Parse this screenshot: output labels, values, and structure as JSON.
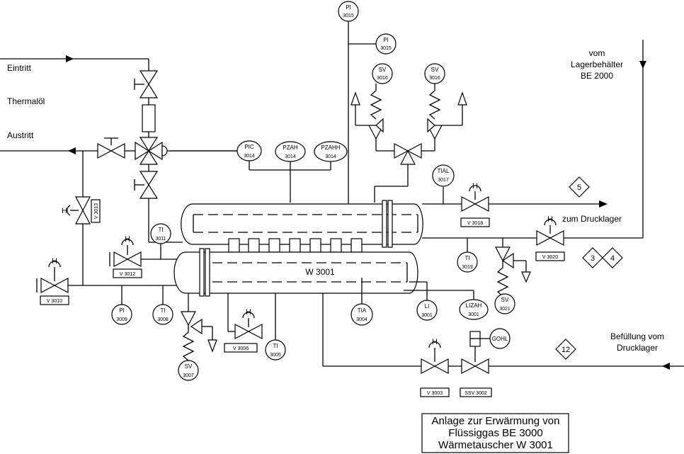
{
  "stream_labels": {
    "eintritt": "Eintritt",
    "thermaloel": "Thermalöl",
    "austritt": "Austritt",
    "vom_lager": [
      "vom",
      "Lagerbehälter",
      "BE 2000"
    ],
    "zum_drucklager": "zum Drucklager",
    "befuellung": [
      "Befüllung vom",
      "Drucklager"
    ]
  },
  "exchanger_label": "W 3001",
  "instruments": [
    {
      "tag": "PI",
      "num": "3015"
    },
    {
      "tag": "PI",
      "num": "3015"
    },
    {
      "tag": "SV",
      "num": "3016"
    },
    {
      "tag": "SV",
      "num": "3016"
    },
    {
      "tag": "PIC",
      "num": "3014"
    },
    {
      "tag": "PZAH",
      "num": "3014"
    },
    {
      "tag": "PZAHH",
      "num": "3014"
    },
    {
      "tag": "TIAL",
      "num": "3017"
    },
    {
      "tag": "TI",
      "num": "3011"
    },
    {
      "tag": "TI",
      "num": "3019"
    },
    {
      "tag": "SV",
      "num": "3021"
    },
    {
      "tag": "PI",
      "num": "3009"
    },
    {
      "tag": "TI",
      "num": "3008"
    },
    {
      "tag": "SV",
      "num": "3007"
    },
    {
      "tag": "TI",
      "num": "3005"
    },
    {
      "tag": "TIA",
      "num": "3004"
    },
    {
      "tag": "LI",
      "num": "3001"
    },
    {
      "tag": "LIZAH",
      "num": "3001"
    },
    {
      "tag": "GOHL",
      "num": ""
    }
  ],
  "valve_tags": [
    "V 3013",
    "V 3012",
    "V 3010",
    "V 3006",
    "V 3018",
    "V 3020",
    "V 3003",
    "SSV 3002"
  ],
  "hand_marker": "H",
  "connectors": [
    "5",
    "3",
    "4",
    "12"
  ],
  "title_block": [
    "Anlage zur Erwärmung von",
    "Flüssiggas BE 3000",
    "Wärmetauscher W 3001"
  ]
}
